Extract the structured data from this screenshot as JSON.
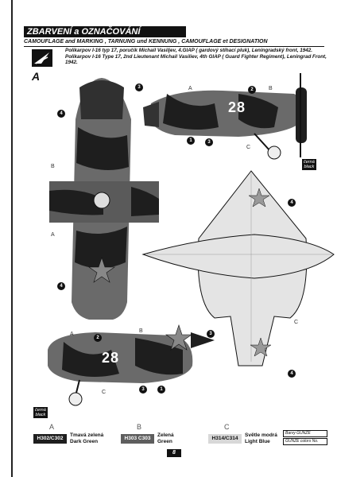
{
  "header": {
    "title": "ZBARVENÍ a OZNAČOVÁNÍ",
    "subtitle": "CAMOUFLAGE and MARKING , TARNUNG und KENNUNG , CAMOUFLAGE et DESIGNATION"
  },
  "description": {
    "line1": "Polikarpov I-16 typ 17, poručík Michail Vasiljev, 4.GIAP ( gardový stíhací pluk), Leningradský front, 1942.",
    "line2": "Polikarpov I-16 Type 17, 2nd Lieutenant Michail Vasiliev, 4th GIAP ( Guard Fighter Regiment), Leningrad Front, 1942."
  },
  "variant_letter": "A",
  "aircraft_number": "28",
  "callouts": [
    "1",
    "2",
    "3",
    "4"
  ],
  "color_letters": [
    "A",
    "B",
    "C"
  ],
  "black_tag": {
    "cz": "černá",
    "en": "black"
  },
  "colors": [
    {
      "code": "H302/C302",
      "cz": "Tmavá zelená",
      "en": "Dark Green",
      "hex": "#1e1e1e"
    },
    {
      "code": "H303 C303",
      "cz": "Zelená",
      "en": "Green",
      "hex": "#5e5e5e"
    },
    {
      "code": "H314/C314",
      "cz": "Světle modrá",
      "en": "Light Blue",
      "hex": "#d8d8d8"
    }
  ],
  "legend_box": {
    "title": "Barvy GUNZE",
    "subtitle": "GUNZE colors No."
  },
  "page_number": "8"
}
